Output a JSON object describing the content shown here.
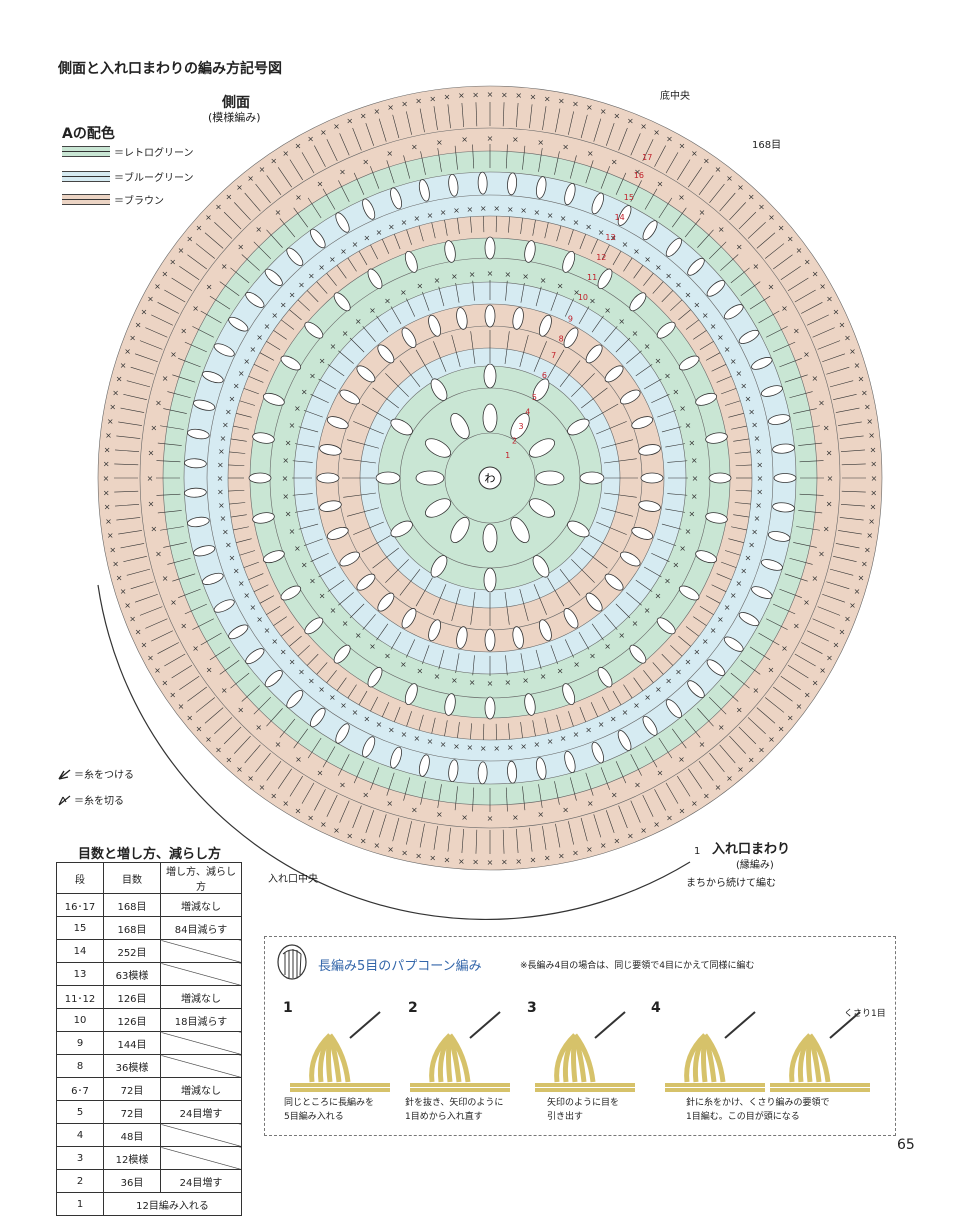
{
  "page_title": "側面と入れ口まわりの編み方記号図",
  "side": {
    "title": "側面",
    "subtitle": "(模様編み)"
  },
  "legend": {
    "title": "Aの配色",
    "items": [
      {
        "label": "＝レトログリーン",
        "color": "#c9e6d4"
      },
      {
        "label": "＝ブルーグリーン",
        "color": "#d6ebf2"
      },
      {
        "label": "＝ブラウン",
        "color": "#ecd4c4"
      }
    ]
  },
  "diagram": {
    "center_label": "わ",
    "bottom_center": "底中央",
    "stitch_count": "168目",
    "entrance_center": "入れ口中央",
    "edge_title": "入れ口まわり",
    "edge_subtitle": "(縁編み)",
    "edge_note": "まちから続けて編む",
    "edge_row": "1",
    "round_numbers": [
      "1",
      "2",
      "3",
      "4",
      "5",
      "6",
      "7",
      "8",
      "9",
      "10",
      "11",
      "12",
      "13",
      "14",
      "15",
      "16",
      "17"
    ]
  },
  "symbols": [
    {
      "label": "＝糸をつける"
    },
    {
      "label": "＝糸を切る"
    }
  ],
  "table": {
    "title": "目数と増し方、減らし方",
    "headers": [
      "段",
      "目数",
      "増し方、減らし方"
    ],
    "rows": [
      {
        "row": "16･17",
        "count": "168目",
        "method": "増減なし"
      },
      {
        "row": "15",
        "count": "168目",
        "method": "84目減らす"
      },
      {
        "row": "14",
        "count": "252目",
        "method": ""
      },
      {
        "row": "13",
        "count": "63模様",
        "method": ""
      },
      {
        "row": "11･12",
        "count": "126目",
        "method": "増減なし"
      },
      {
        "row": "10",
        "count": "126目",
        "method": "18目減らす"
      },
      {
        "row": "9",
        "count": "144目",
        "method": ""
      },
      {
        "row": "8",
        "count": "36模様",
        "method": ""
      },
      {
        "row": "6･7",
        "count": "72目",
        "method": "増減なし"
      },
      {
        "row": "5",
        "count": "72目",
        "method": "24目増す"
      },
      {
        "row": "4",
        "count": "48目",
        "method": ""
      },
      {
        "row": "3",
        "count": "12模様",
        "method": ""
      },
      {
        "row": "2",
        "count": "36目",
        "method": "24目増す"
      },
      {
        "row": "1",
        "count": "12目編み入れる",
        "method": ""
      }
    ]
  },
  "popcorn": {
    "title": "長編み5目のパプコーン編み",
    "note": "※長編み4目の場合は、同じ要領で4目にかえて同様に編む",
    "chain_label": "くさり1目",
    "steps": [
      {
        "num": "1",
        "caption": [
          "同じところに長編みを",
          "5目編み入れる"
        ]
      },
      {
        "num": "2",
        "caption": [
          "針を抜き、矢印のように",
          "1目めから入れ直す"
        ]
      },
      {
        "num": "3",
        "caption": [
          "矢印のように目を",
          "引き出す"
        ]
      },
      {
        "num": "4",
        "caption": [
          "針に糸をかけ、くさり編みの要領で",
          "1目編む。この目が頭になる"
        ]
      }
    ]
  },
  "page_number": "65"
}
